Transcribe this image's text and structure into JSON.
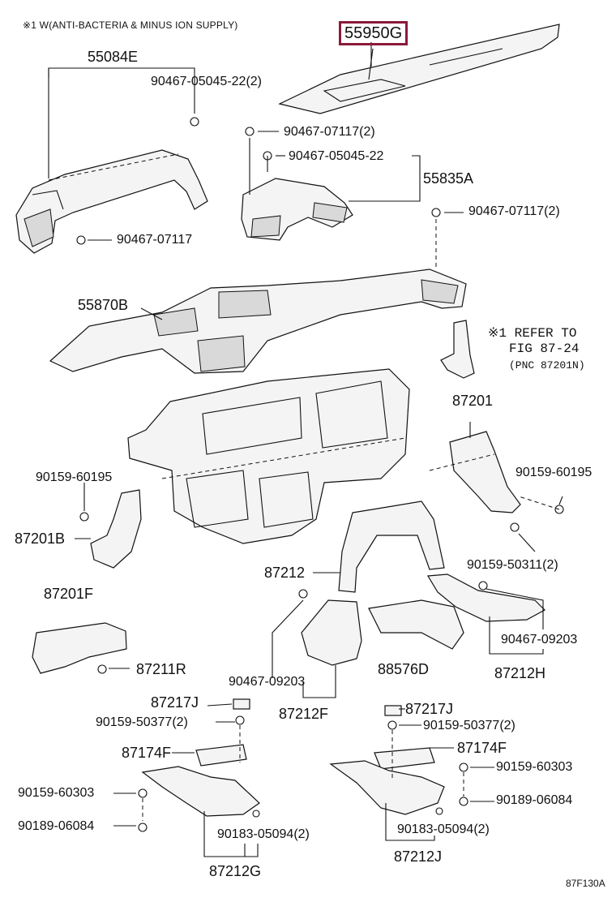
{
  "note": "※1 W(ANTI-BACTERIA & MINUS ION SUPPLY)",
  "highlight_part": "55950G",
  "labels": {
    "p55084E": "55084E",
    "b9046705045_22_2": "90467-05045-22(2)",
    "b9046707117_2a": "90467-07117(2)",
    "b9046705045_22": "90467-05045-22",
    "p55835A": "55835A",
    "b9046707117_2b": "90467-07117(2)",
    "b9046707117": "90467-07117",
    "p55870B": "55870B",
    "refer1": "※1 REFER TO",
    "refer2": "FIG 87-24",
    "refer3": "(PNC 87201N)",
    "p87201": "87201",
    "b9015960195a": "90159-60195",
    "b9015960195b": "90159-60195",
    "p87201B": "87201B",
    "b9015950311_2": "90159-50311(2)",
    "p87212": "87212",
    "p87201F": "87201F",
    "p87211R": "87211R",
    "b9046709203a": "90467-09203",
    "b9046709203b": "90467-09203",
    "p88576D": "88576D",
    "p87212H": "87212H",
    "p87212F": "87212F",
    "p87217Ja": "87217J",
    "b9015950377_2a": "90159-50377(2)",
    "p87174Fa": "87174F",
    "b9015960303a": "90159-60303",
    "b9018906084a": "90189-06084",
    "b9018305094_2a": "90183-05094(2)",
    "p87212G": "87212G",
    "p87217Jb": "87217J",
    "b9015950377_2b": "90159-50377(2)",
    "p87174Fb": "87174F",
    "b9015960303b": "90159-60303",
    "b9018906084b": "90189-06084",
    "b9018305094_2b": "90183-05094(2)",
    "p87212J": "87212J",
    "figure_code": "87F130A"
  },
  "colors": {
    "highlight_border": "#8b1a3a",
    "line": "#111111"
  }
}
